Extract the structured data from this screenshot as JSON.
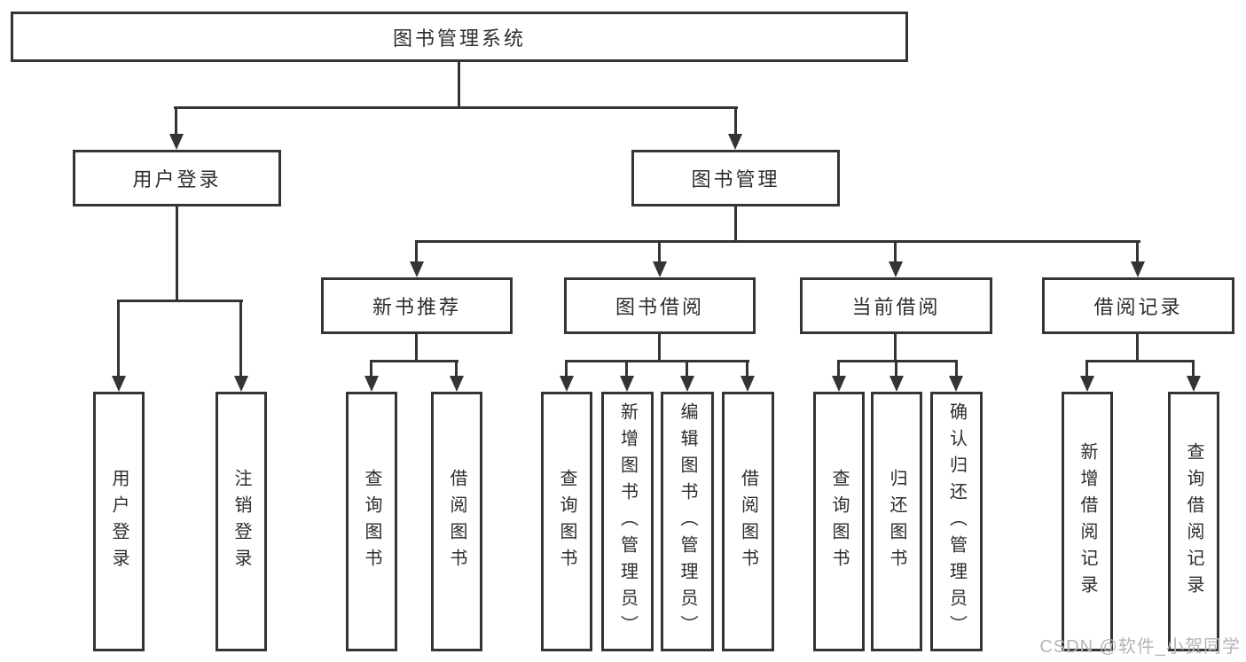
{
  "tree": {
    "root": "图书管理系统",
    "level2": [
      "用户登录",
      "图书管理"
    ],
    "level3": [
      "新书推荐",
      "图书借阅",
      "当前借阅",
      "借阅记录"
    ],
    "groups": {
      "user_login": [
        "用户登录",
        "注销登录"
      ],
      "new_book_recommend": [
        "查询图书",
        "借阅图书"
      ],
      "book_borrow": [
        "查询图书",
        "新增图书（管理员）",
        "编辑图书（管理员）",
        "借阅图书"
      ],
      "current_borrow": [
        "查询图书",
        "归还图书",
        "确认归还（管理员）"
      ],
      "borrow_record": [
        "新增借阅记录",
        "查询借阅记录"
      ]
    }
  },
  "watermark": "CSDN @软件_小贺同学",
  "colors": {
    "line": "#343434",
    "text": "#2d2d2d",
    "watermark": "#b5b5bb",
    "background": "#ffffff"
  }
}
